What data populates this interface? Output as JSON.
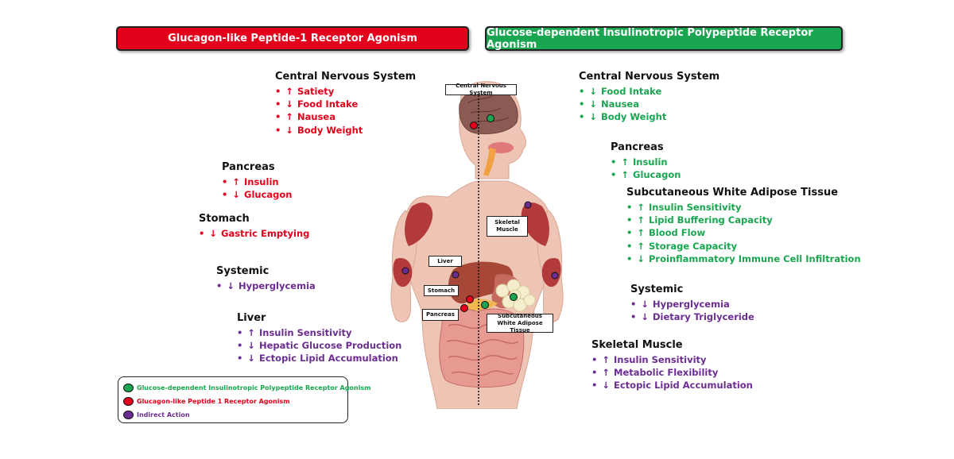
{
  "colors": {
    "glp1": "#e3001b",
    "gip": "#1aa550",
    "indirect": "#6b2d91"
  },
  "banners": {
    "left": "Glucagon-like Peptide-1 Receptor Agonism",
    "right": "Glucose-dependent Insulinotropic Polypeptide Receptor Agonism"
  },
  "left_sections": [
    {
      "title": "Central Nervous System",
      "items": [
        {
          "arrow": "↑",
          "text": "Satiety"
        },
        {
          "arrow": "↓",
          "text": "Food Intake"
        },
        {
          "arrow": "↑",
          "text": "Nausea"
        },
        {
          "arrow": "↓",
          "text": "Body Weight"
        }
      ]
    },
    {
      "title": "Pancreas",
      "items": [
        {
          "arrow": "↑",
          "text": "Insulin"
        },
        {
          "arrow": "↓",
          "text": "Glucagon"
        }
      ]
    },
    {
      "title": "Stomach",
      "items": [
        {
          "arrow": "↓",
          "text": "Gastric Emptying"
        }
      ]
    },
    {
      "title": "Systemic",
      "items": [
        {
          "arrow": "↓",
          "text": "Hyperglycemia"
        }
      ]
    },
    {
      "title": "Liver",
      "items": [
        {
          "arrow": "↑",
          "text": "Insulin Sensitivity"
        },
        {
          "arrow": "↓",
          "text": "Hepatic Glucose Production"
        },
        {
          "arrow": "↓",
          "text": "Ectopic Lipid Accumulation"
        }
      ]
    }
  ],
  "right_sections": [
    {
      "title": "Central Nervous System",
      "items": [
        {
          "arrow": "↓",
          "text": "Food Intake"
        },
        {
          "arrow": "↓",
          "text": "Nausea"
        },
        {
          "arrow": "↓",
          "text": "Body Weight"
        }
      ]
    },
    {
      "title": "Pancreas",
      "items": [
        {
          "arrow": "↑",
          "text": "Insulin"
        },
        {
          "arrow": "↑",
          "text": "Glucagon"
        }
      ]
    },
    {
      "title": "Subcutaneous White Adipose Tissue",
      "items": [
        {
          "arrow": "↑",
          "text": "Insulin Sensitivity"
        },
        {
          "arrow": "↑",
          "text": "Lipid Buffering Capacity"
        },
        {
          "arrow": "↑",
          "text": "Blood Flow"
        },
        {
          "arrow": "↑",
          "text": "Storage Capacity"
        },
        {
          "arrow": "↓",
          "text": "Proinflammatory Immune Cell Infiltration"
        }
      ]
    },
    {
      "title": "Systemic",
      "items": [
        {
          "arrow": "↓",
          "text": "Hyperglycemia"
        },
        {
          "arrow": "↓",
          "text": "Dietary Triglyceride"
        }
      ]
    },
    {
      "title": "Skeletal Muscle",
      "items": [
        {
          "arrow": "↑",
          "text": "Insulin Sensitivity"
        },
        {
          "arrow": "↑",
          "text": "Metabolic Flexibility"
        },
        {
          "arrow": "↓",
          "text": "Ectopic Lipid Accumulation"
        }
      ]
    }
  ],
  "organ_labels": {
    "cns": "Central Nervous System",
    "skeletal_muscle": "Skeletal Muscle",
    "liver": "Liver",
    "stomach": "Stomach",
    "pancreas": "Pancreas",
    "adipose": "Subcutaneous White Adipose Tissue"
  },
  "legend": [
    {
      "label": "Glucose-dependent Insulinotropic Polypeptide Receptor Agonism",
      "color": "#1aa550"
    },
    {
      "label": "Glucagon-like Peptide 1 Receptor Agonism",
      "color": "#e3001b"
    },
    {
      "label": "Indirect Action",
      "color": "#6b2d91"
    }
  ]
}
